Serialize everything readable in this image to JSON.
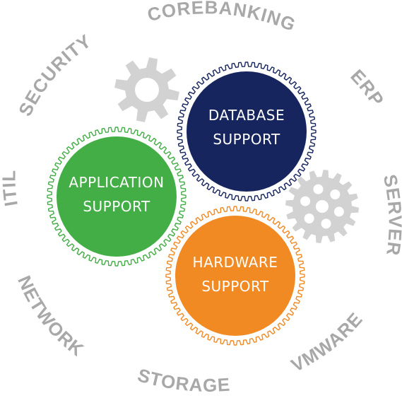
{
  "colors": {
    "database": "#17255f",
    "application": "#43ad46",
    "hardware": "#f28a24",
    "small_gears": "#d2d2d2",
    "ring_text": "#a8a8a8"
  },
  "gears": {
    "database": {
      "line1": "DATABASE",
      "line2": "SUPPORT"
    },
    "application": {
      "line1": "APPLICATION",
      "line2": "SUPPORT"
    },
    "hardware": {
      "line1": "HARDWARE",
      "line2": "SUPPORT"
    }
  },
  "small_gears": [
    {
      "name": "top-left-gear-icon"
    },
    {
      "name": "right-gear-icon"
    }
  ],
  "ring_labels": {
    "corebanking": "COREBANKING",
    "erp": "ERP",
    "server": "SERVER",
    "vmware": "VMWARE",
    "storage": "STORAGE",
    "network": "NETWORK",
    "itil": "ITIL",
    "security": "SECURITY"
  }
}
